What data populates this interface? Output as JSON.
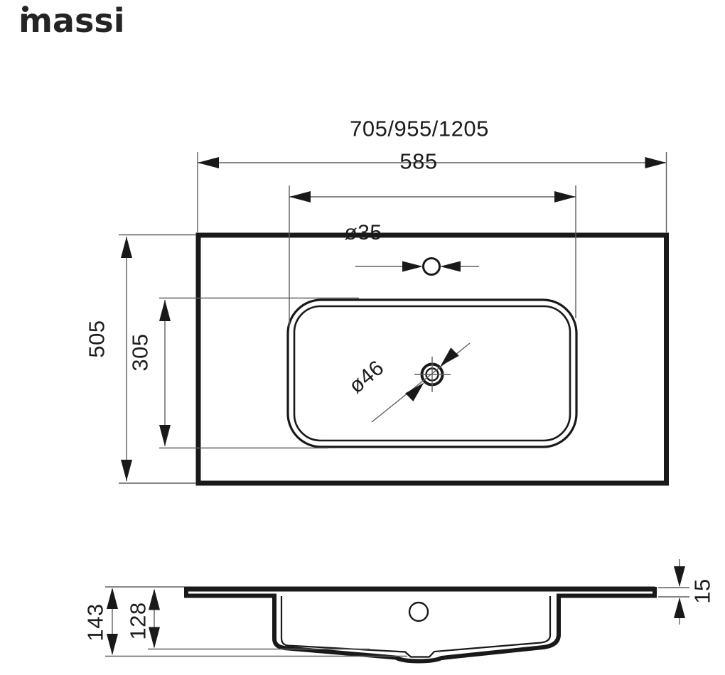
{
  "brand": {
    "logo_text": "massi"
  },
  "drawing": {
    "top_view": {
      "overall_width_label": "705/955/1205",
      "basin_width_label": "585",
      "faucet_hole_diameter_label": "ø35",
      "drain_diameter_label": "ø46",
      "overall_depth_label": "505",
      "basin_depth_label": "305"
    },
    "section_view": {
      "overall_height_label": "143",
      "basin_inner_depth_label": "128",
      "rim_thickness_label": "15"
    }
  },
  "colors": {
    "background": "#ffffff",
    "outline": "#191919",
    "thin_line": "#5f5f5f",
    "text": "#1c1c1c"
  }
}
